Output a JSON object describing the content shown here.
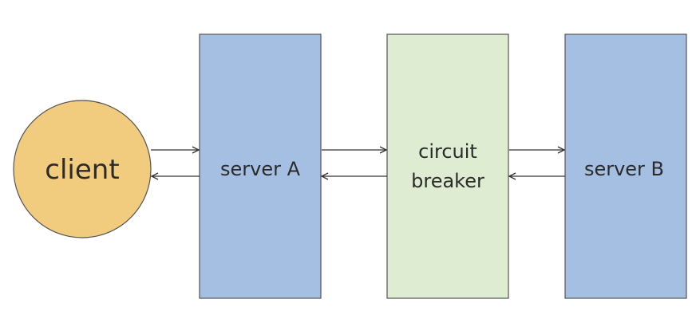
{
  "nodes": {
    "client": {
      "label": "client",
      "fill": "#f2cc7e"
    },
    "server_a": {
      "label": "server A",
      "fill": "#a5bfe3"
    },
    "breaker": {
      "line1": "circuit",
      "line2": "breaker",
      "fill": "#deecd2"
    },
    "server_b": {
      "label": "server B",
      "fill": "#a5bfe3"
    }
  },
  "colors": {
    "stroke": "#555555",
    "text": "#2b2b2b",
    "arrow": "#333333"
  }
}
